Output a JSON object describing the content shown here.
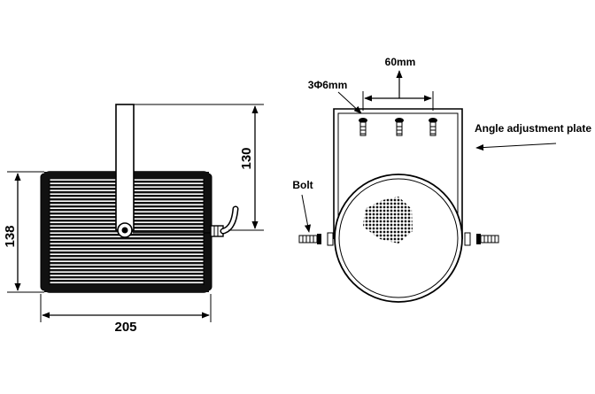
{
  "side_view": {
    "dimensions": {
      "height": "138",
      "width": "205",
      "bracket_height": "130"
    }
  },
  "front_view": {
    "labels": {
      "spacing": "60mm",
      "holes": "3Φ6mm",
      "plate": "Angle adjustment plate",
      "bolt": "Bolt"
    }
  }
}
